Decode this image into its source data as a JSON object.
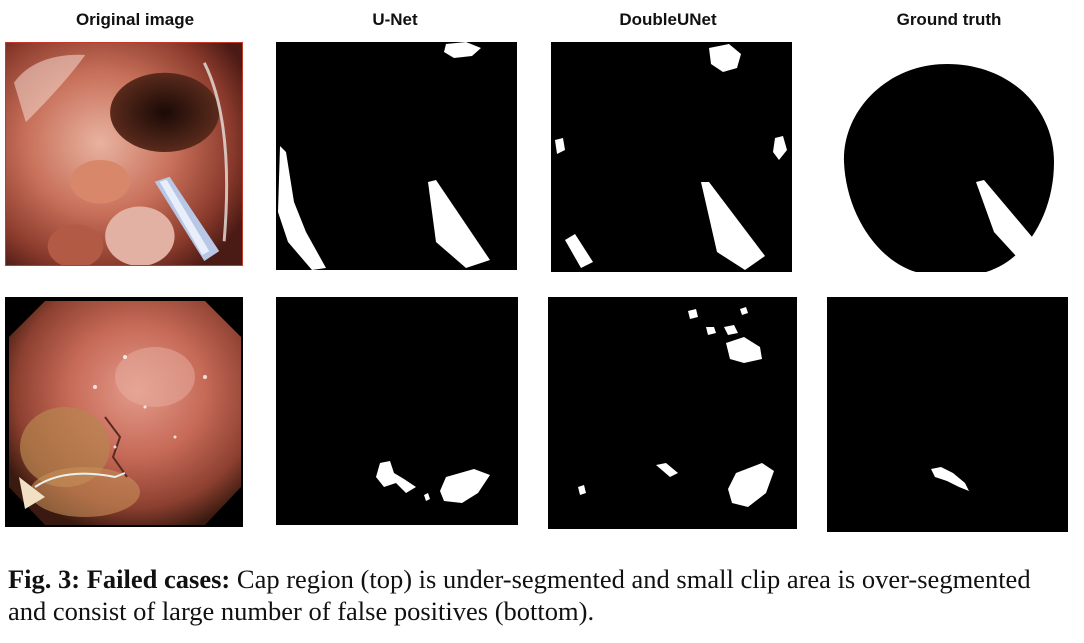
{
  "figure": {
    "column_headers": [
      "Original image",
      "U-Net",
      "DoubleUNet",
      "Ground truth"
    ],
    "caption": {
      "label": "Fig. 3:",
      "title": "Failed cases:",
      "text": "Cap region (top) is under-segmented and small clip area is over-segmented and consist of large number of false positives (bottom)."
    },
    "rows": [
      {
        "name": "top",
        "panels": [
          "original-endoscopy",
          "unet-mask",
          "doubleunet-mask",
          "ground-truth-mask"
        ]
      },
      {
        "name": "bottom",
        "panels": [
          "original-endoscopy",
          "unet-mask",
          "doubleunet-mask",
          "ground-truth-mask"
        ]
      }
    ]
  }
}
